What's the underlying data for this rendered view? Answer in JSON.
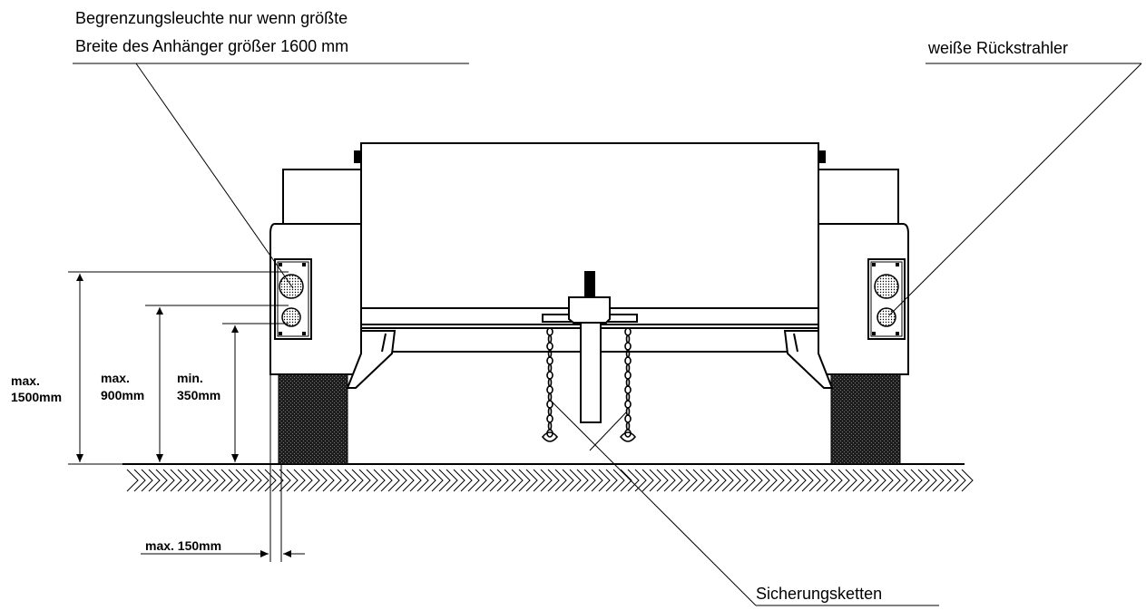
{
  "labels": {
    "clearance_light_line1": "Begrenzungsleuchte nur wenn größte",
    "clearance_light_line2": "Breite des Anhänger größer 1600 mm",
    "reflector": "weiße Rückstrahler",
    "chains": "Sicherungsketten"
  },
  "dimensions": {
    "max_1500_a": "max.",
    "max_1500_b": "1500mm",
    "max_900_a": "max.",
    "max_900_b": "900mm",
    "min_350_a": "min.",
    "min_350_b": "350mm",
    "max_150": "max. 150mm"
  },
  "colors": {
    "line": "#000000",
    "background": "#ffffff",
    "tire": "#2a2a2a"
  }
}
